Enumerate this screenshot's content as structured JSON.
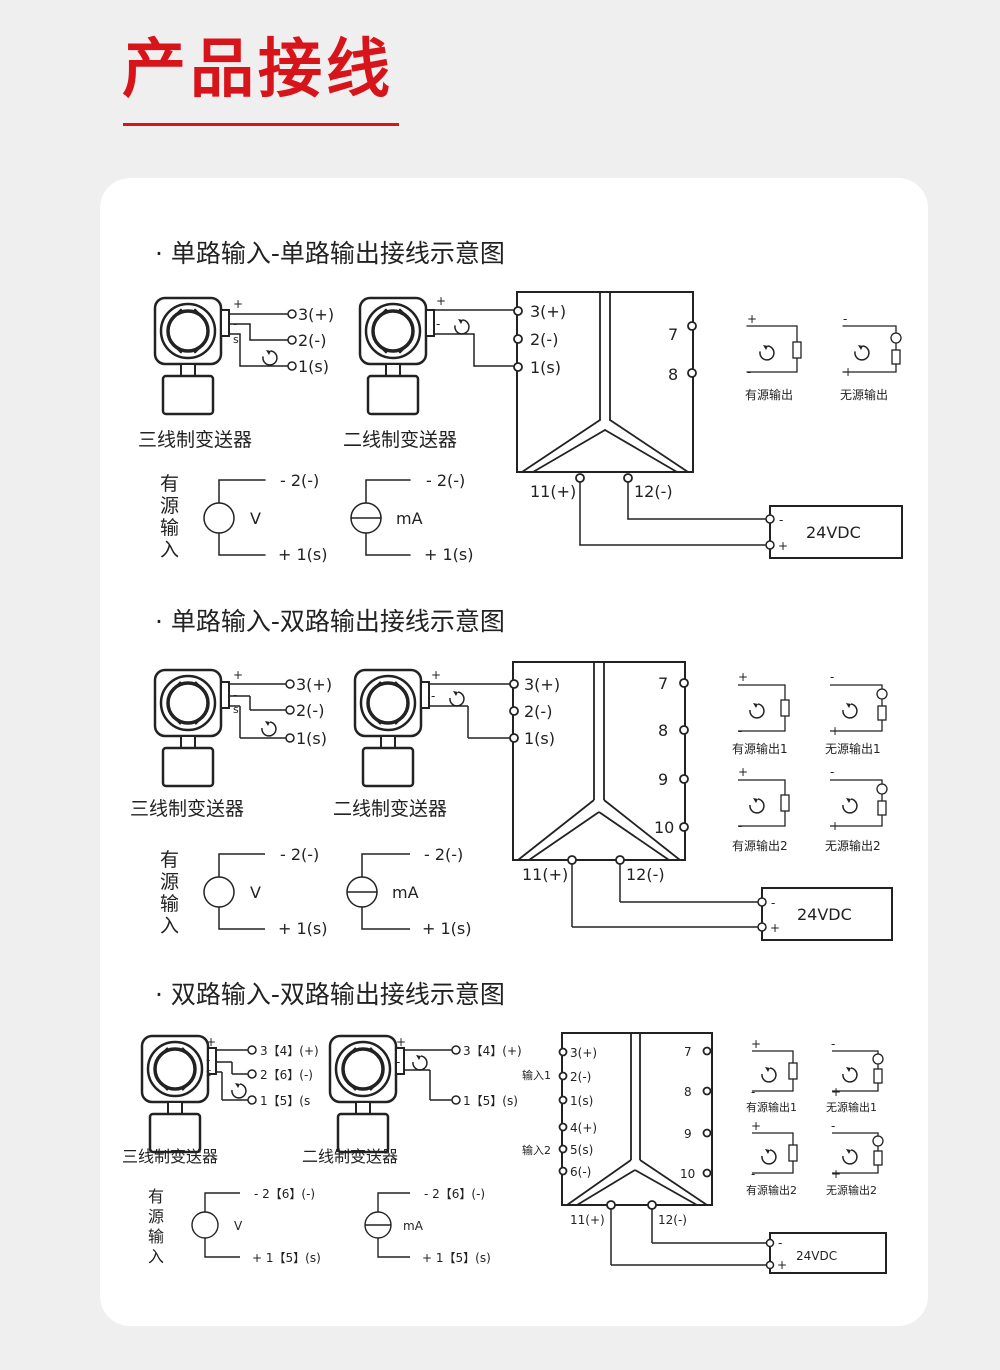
{
  "header": {
    "title": "产品接线"
  },
  "sections": [
    {
      "title": "· 单路输入-单路输出接线示意图",
      "three_wire_label": "三线制变送器",
      "two_wire_label": "二线制变送器",
      "tx_terms": [
        "3(+)",
        "2(-)",
        "1(s)"
      ],
      "module_in": [
        "3(+)",
        "2(-)",
        "1(s)"
      ],
      "module_out": [
        "7",
        "8"
      ],
      "power_terms": [
        "11(+)",
        "12(-)"
      ],
      "supply": "24VDC",
      "active_input": [
        "有",
        "源",
        "输",
        "入"
      ],
      "src_v": "V",
      "src_ma": "mA",
      "src_terms": [
        "- 2(-)",
        "+ 1(s)"
      ],
      "outputs": [
        "有源输出",
        "无源输出"
      ]
    },
    {
      "title": "· 单路输入-双路输出接线示意图",
      "three_wire_label": "三线制变送器",
      "two_wire_label": "二线制变送器",
      "tx_terms": [
        "3(+)",
        "2(-)",
        "1(s)"
      ],
      "module_in": [
        "3(+)",
        "2(-)",
        "1(s)"
      ],
      "module_out": [
        "7",
        "8",
        "9",
        "10"
      ],
      "power_terms": [
        "11(+)",
        "12(-)"
      ],
      "supply": "24VDC",
      "active_input": [
        "有",
        "源",
        "输",
        "入"
      ],
      "src_v": "V",
      "src_ma": "mA",
      "src_terms": [
        "- 2(-)",
        "+ 1(s)"
      ],
      "outputs": [
        "有源输出1",
        "无源输出1",
        "有源输出2",
        "无源输出2"
      ]
    },
    {
      "title": "· 双路输入-双路输出接线示意图",
      "three_wire_label": "三线制变送器",
      "two_wire_label": "二线制变送器",
      "tx_terms_3w": [
        "3【4】(+)",
        "2【6】(-)",
        "1【5】(s"
      ],
      "tx_terms_2w": [
        "3【4】(+)",
        "1【5】(s)"
      ],
      "module_in": [
        "3(+)",
        "2(-)",
        "1(s)",
        "4(+)",
        "5(s)",
        "6(-)"
      ],
      "input_groups": [
        "输入1",
        "输入2"
      ],
      "module_out": [
        "7",
        "8",
        "9",
        "10"
      ],
      "power_terms": [
        "11(+)",
        "12(-)"
      ],
      "supply": "24VDC",
      "active_input": [
        "有",
        "源",
        "输",
        "入"
      ],
      "src_v": "V",
      "src_ma": "mA",
      "src_terms": [
        "- 2【6】(-)",
        "+ 1【5】(s)"
      ],
      "outputs": [
        "有源输出1",
        "无源输出1",
        "有源输出2",
        "无源输出2"
      ]
    }
  ]
}
